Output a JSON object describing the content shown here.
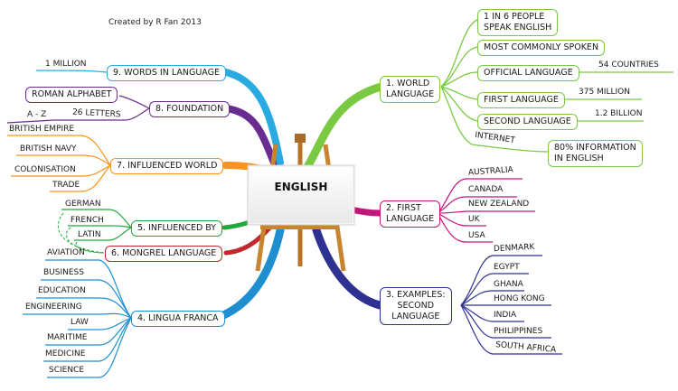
{
  "credit": "Created by R Fan 2013",
  "center": "ENGLISH",
  "colors": {
    "green": "#7ac943",
    "magenta": "#c0177a",
    "navy": "#2e3192",
    "blue": "#1f8fd1",
    "lightgreen": "#22a83a",
    "red": "#c1272d",
    "orange": "#f7931e",
    "purple": "#6b2c91",
    "skyblue": "#29abe2"
  },
  "branches": {
    "world": {
      "label_line1": "1. WORLD",
      "label_line2": "LANGUAGE",
      "six_line1": "1 IN 6 PEOPLE",
      "six_line2": "SPEAK ENGLISH",
      "most": "MOST COMMONLY SPOKEN",
      "official": "OFFICIAL LANGUAGE",
      "official_val": "54 COUNTRIES",
      "first": "FIRST LANGUAGE",
      "first_val": "375 MILLION",
      "second": "SECOND LANGUAGE",
      "second_val": "1.2 BILLION",
      "internet": "INTERNET",
      "info_line1": "80% INFORMATION",
      "info_line2": "IN ENGLISH"
    },
    "first": {
      "label_line1": "2. FIRST",
      "label_line2": "LANGUAGE",
      "items": [
        "AUSTRALIA",
        "CANADA",
        "NEW ZEALAND",
        "UK",
        "USA"
      ]
    },
    "second": {
      "label_line1": "3. EXAMPLES:",
      "label_line2": "SECOND",
      "label_line3": "LANGUAGE",
      "items": [
        "DENMARK",
        "EGYPT",
        "GHANA",
        "HONG KONG",
        "INDIA",
        "PHILIPPINES",
        "SOUTH AFRICA"
      ]
    },
    "lingua": {
      "label": "4. LINGUA FRANCA",
      "items": [
        "AVIATION",
        "BUSINESS",
        "EDUCATION",
        "ENGINEERING",
        "LAW",
        "MARITIME",
        "MEDICINE",
        "SCIENCE"
      ]
    },
    "influenced_by": {
      "label": "5. INFLUENCED BY",
      "items": [
        "GERMAN",
        "FRENCH",
        "LATIN"
      ]
    },
    "mongrel": {
      "label": "6. MONGREL LANGUAGE"
    },
    "influenced_world": {
      "label": "7. INFLUENCED WORLD",
      "items": [
        "BRITISH EMPIRE",
        "BRITISH NAVY",
        "COLONISATION",
        "TRADE"
      ]
    },
    "foundation": {
      "label": "8. FOUNDATION",
      "roman": "ROMAN ALPHABET",
      "letters": "26 LETTERS",
      "az": "A - Z"
    },
    "words": {
      "label": "9. WORDS IN LANGUAGE",
      "million": "1 MILLION"
    }
  }
}
